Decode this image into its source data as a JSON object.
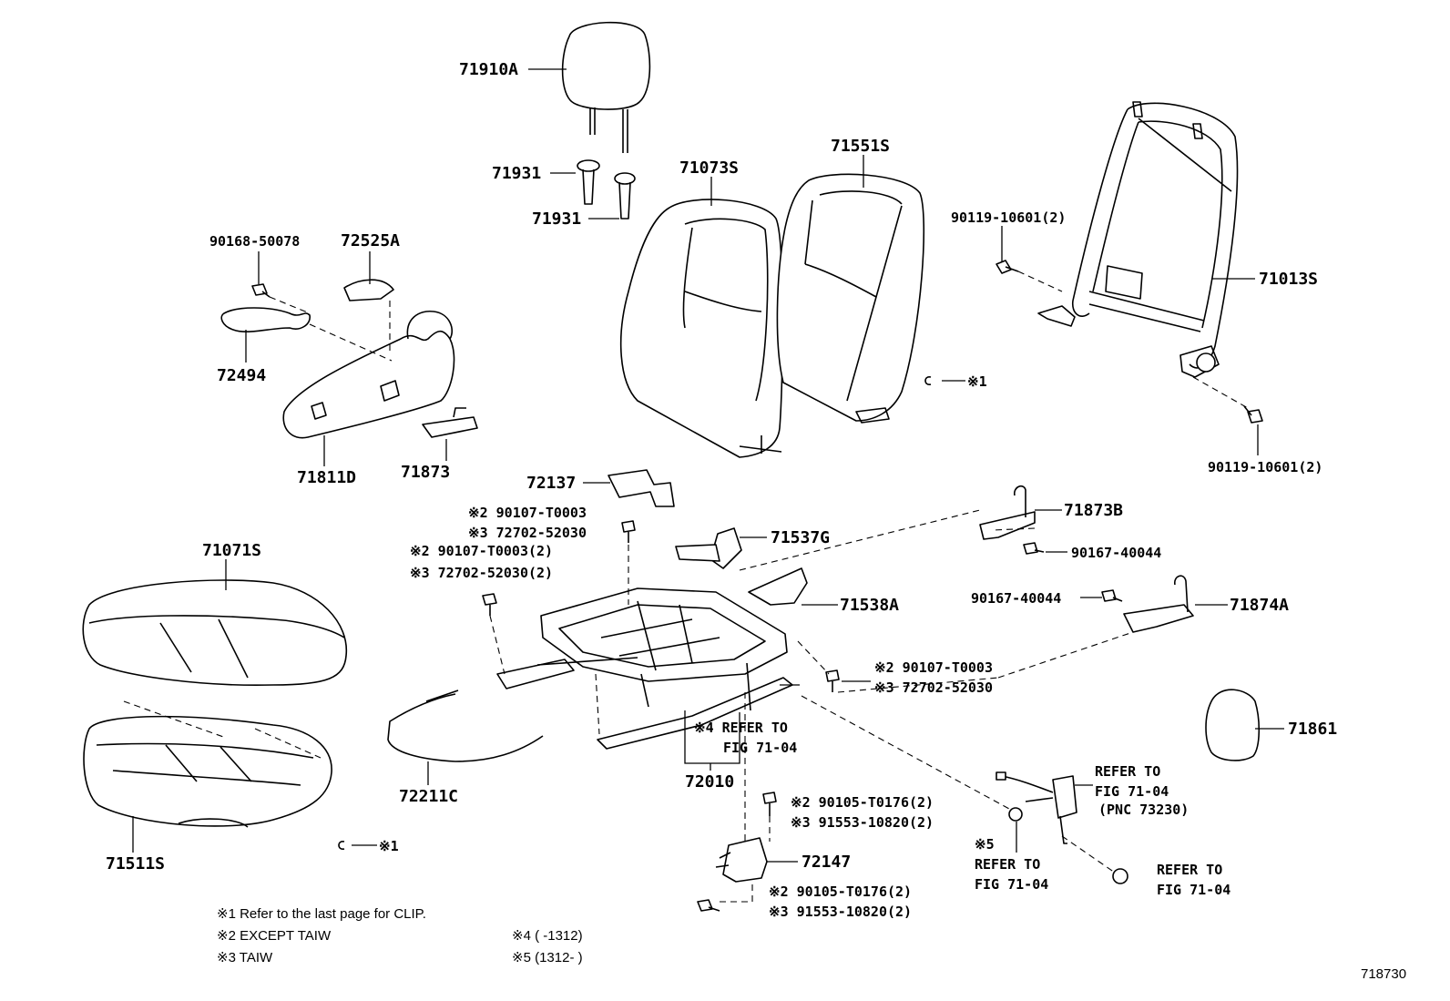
{
  "parts": {
    "p71910A": "71910A",
    "p71931a": "71931",
    "p71931b": "71931",
    "p71073S": "71073S",
    "p71551S": "71551S",
    "p90119_top": "90119-10601(2)",
    "p71013S": "71013S",
    "p90119_bot": "90119-10601(2)",
    "p90168": "90168-50078",
    "p72525A": "72525A",
    "p72494": "72494",
    "p71811D": "71811D",
    "p71873": "71873",
    "p72137": "72137",
    "p71873B": "71873B",
    "p90167a": "90167-40044",
    "p71537G": "71537G",
    "p71538A": "71538A",
    "p90167b": "90167-40044",
    "p71874A": "71874A",
    "p71071S": "71071S",
    "p71511S": "71511S",
    "p72211C": "72211C",
    "p72010": "72010",
    "p72147": "72147",
    "p71861": "71861"
  },
  "callouts": {
    "c1_l1": "※2 90107-T0003",
    "c1_l2": "※3 72702-52030",
    "c2_l1": "※2 90107-T0003(2)",
    "c2_l2": "※3 72702-52030(2)",
    "c3_l1": "※2 90107-T0003",
    "c3_l2": "※3 72702-52030",
    "c4_l1": "※4 REFER TO",
    "c4_l2": "FIG 71-04",
    "c5_l1": "※2 90105-T0176(2)",
    "c5_l2": "※3 91553-10820(2)",
    "c6_l1": "※2 90105-T0176(2)",
    "c6_l2": "※3 91553-10820(2)",
    "ref_belt_l1": "REFER TO",
    "ref_belt_l2": "FIG 71-04",
    "ref_belt_l3": "(PNC 73230)",
    "ref5_mark": "※5",
    "ref5_l1": "REFER TO",
    "ref5_l2": "FIG 71-04",
    "ref_nut_l1": "REFER TO",
    "ref_nut_l2": "FIG 71-04",
    "clip_mark_a": "※1",
    "clip_mark_b": "※1"
  },
  "notes": {
    "n1": "※1 Refer to the last page for CLIP.",
    "n2": "※2 EXCEPT TAIW",
    "n3": "※3 TAIW",
    "n4": "※4 (       -1312)",
    "n5": "※5 (1312-        )"
  },
  "figure_id": "718730"
}
